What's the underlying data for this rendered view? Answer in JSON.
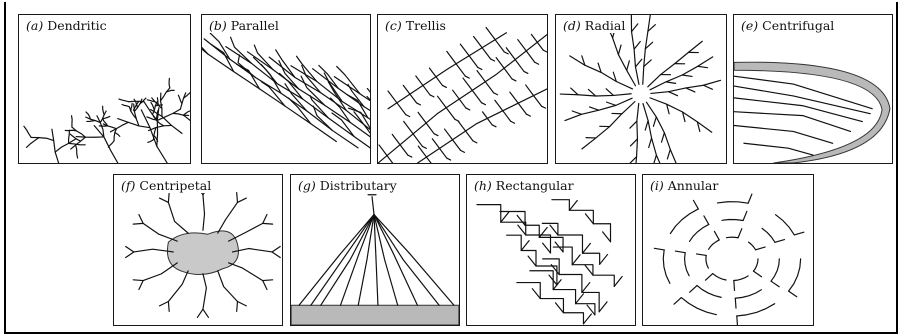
{
  "panels": [
    {
      "id": "a",
      "letter": "(a)",
      "name": "Dendritic",
      "type": "dendritic"
    },
    {
      "id": "b",
      "letter": "(b)",
      "name": "Parallel",
      "type": "parallel"
    },
    {
      "id": "c",
      "letter": "(c)",
      "name": "Trellis",
      "type": "trellis"
    },
    {
      "id": "d",
      "letter": "(d)",
      "name": "Radial",
      "type": "radial"
    },
    {
      "id": "e",
      "letter": "(e)",
      "name": "Centrifugal",
      "type": "centrifugal"
    },
    {
      "id": "f",
      "letter": "(f)",
      "name": "Centripetal",
      "type": "centripetal"
    },
    {
      "id": "g",
      "letter": "(g)",
      "name": "Distributary",
      "type": "distributary"
    },
    {
      "id": "h",
      "letter": "(h)",
      "name": "Rectangular",
      "type": "rectangular"
    },
    {
      "id": "i",
      "letter": "(i)",
      "name": "Annular",
      "type": "annular"
    }
  ]
}
